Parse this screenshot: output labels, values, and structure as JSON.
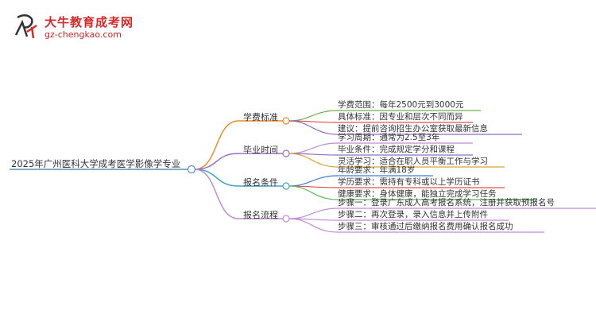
{
  "brand": {
    "title": "大牛教育成考网",
    "url": "gz-chengkao.com",
    "logo_icon": "niu-logo-icon"
  },
  "mindmap": {
    "root": "2025年广州医科大学成考医学影像学专业",
    "branches": [
      {
        "label": "学费标准",
        "color": "#ee8a2a",
        "leaves": [
          {
            "text": "学费范围：每年2500元到3000元",
            "color": "#6ab04c"
          },
          {
            "text": "具体标准：因专业和层次不同而异",
            "color": "#d9534f"
          },
          {
            "text": "建议：提前咨询招生办公室获取最新信息",
            "color": "#8e6cc4"
          }
        ]
      },
      {
        "label": "毕业时间",
        "color": "#9b6fc8",
        "leaves": [
          {
            "text": "学习周期：通常为2.5至3年",
            "color": "#c08bd8"
          },
          {
            "text": "毕业条件：完成规定学分和课程",
            "color": "#8e6cc4"
          },
          {
            "text": "灵活学习：适合在职人员平衡工作与学习",
            "color": "#d9a234"
          }
        ]
      },
      {
        "label": "报名条件",
        "color": "#3fa6c8",
        "leaves": [
          {
            "text": "年龄要求：年满18岁",
            "color": "#3a7fd5"
          },
          {
            "text": "学历要求：需持有专科或以上学历证书",
            "color": "#d9534f"
          },
          {
            "text": "健康要求：身体健康，能独立完成学习任务",
            "color": "#5bb85b"
          }
        ]
      },
      {
        "label": "报名流程",
        "color": "#c08bd8",
        "leaves": [
          {
            "text": "步骤一：登录广东成人高考报名系统，注册并获取预报名号",
            "color": "#c08bd8"
          },
          {
            "text": "步骤二：再次登录，录入信息并上传附件",
            "color": "#c08bd8"
          },
          {
            "text": "步骤三：审核通过后缴纳报名费用确认报名成功",
            "color": "#c08bd8"
          }
        ]
      }
    ]
  }
}
